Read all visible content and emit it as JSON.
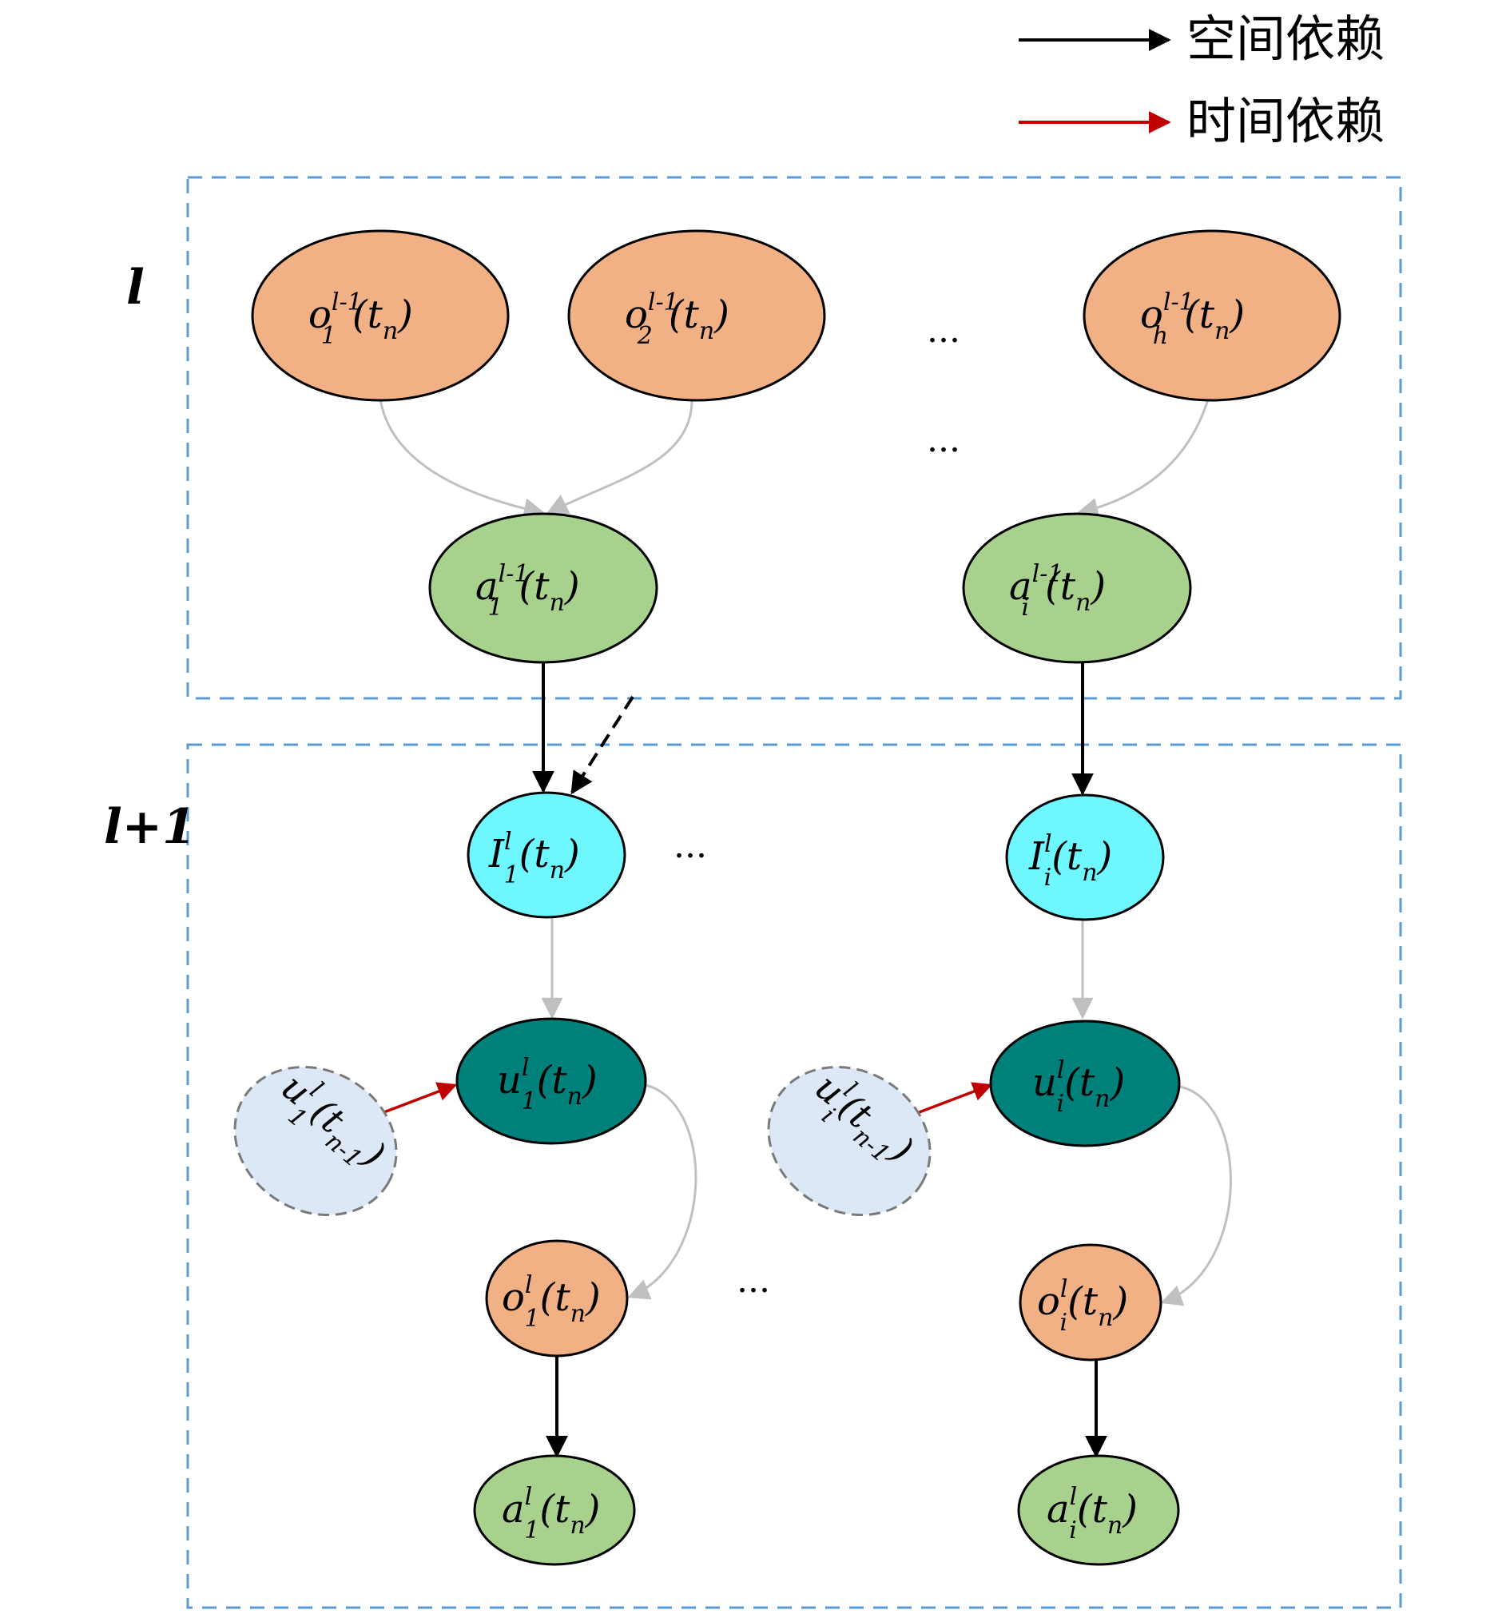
{
  "legend": {
    "spatial": {
      "label": "空间依赖",
      "color": "#000000"
    },
    "temporal": {
      "label": "时间依赖",
      "color": "#c00000"
    }
  },
  "layers": {
    "upper": "l",
    "lower": "l+1"
  },
  "colors": {
    "box_border": "#5b9bd5",
    "o_fill": "#f2b085",
    "a_fill": "#a9d18e",
    "I_fill": "#6ef7ff",
    "u_fill": "#00807a",
    "u_prev_fill": "#dce8f5",
    "gray_edge": "#c0c0c0"
  },
  "ellipsis": "...",
  "nodes": {
    "o1_prev": {
      "base": "o",
      "sub": "1",
      "sup": "l-1",
      "arg": "(t",
      "arg_sub": "n",
      "close": ")"
    },
    "o2_prev": {
      "base": "o",
      "sub": "2",
      "sup": "l-1",
      "arg": "(t",
      "arg_sub": "n",
      "close": ")"
    },
    "oh_prev": {
      "base": "o",
      "sub": "h",
      "sup": "l-1",
      "arg": "(t",
      "arg_sub": "n",
      "close": ")"
    },
    "a1_prev": {
      "base": "a",
      "sub": "1",
      "sup": "l-1",
      "arg": "(t",
      "arg_sub": "n",
      "close": ")"
    },
    "ai_prev": {
      "base": "a",
      "sub": "i",
      "sup": "l-1",
      "arg": "(t",
      "arg_sub": "n",
      "close": ")"
    },
    "I1": {
      "base": "I",
      "sub": "1",
      "sup": "l",
      "arg": "(t",
      "arg_sub": "n",
      "close": ")"
    },
    "Ii": {
      "base": "I",
      "sub": "i",
      "sup": "l",
      "arg": "(t",
      "arg_sub": "n",
      "close": ")"
    },
    "u1": {
      "base": "u",
      "sub": "1",
      "sup": "l",
      "arg": "(t",
      "arg_sub": "n",
      "close": ")"
    },
    "ui": {
      "base": "u",
      "sub": "i",
      "sup": "l",
      "arg": "(t",
      "arg_sub": "n",
      "close": ")"
    },
    "u1_prev": {
      "base": "u",
      "sub": "1",
      "sup": "l",
      "arg": "(t",
      "arg_sub": "n-1",
      "close": ")"
    },
    "ui_prev": {
      "base": "u",
      "sub": "i",
      "sup": "l",
      "arg": "(t",
      "arg_sub": "n-1",
      "close": ")"
    },
    "o1": {
      "base": "o",
      "sub": "1",
      "sup": "l",
      "arg": "(t",
      "arg_sub": "n",
      "close": ")"
    },
    "oi": {
      "base": "o",
      "sub": "i",
      "sup": "l",
      "arg": "(t",
      "arg_sub": "n",
      "close": ")"
    },
    "a1": {
      "base": "a",
      "sub": "1",
      "sup": "l",
      "arg": "(t",
      "arg_sub": "n",
      "close": ")"
    },
    "ai": {
      "base": "a",
      "sub": "i",
      "sup": "l",
      "arg": "(t",
      "arg_sub": "n",
      "close": ")"
    }
  }
}
